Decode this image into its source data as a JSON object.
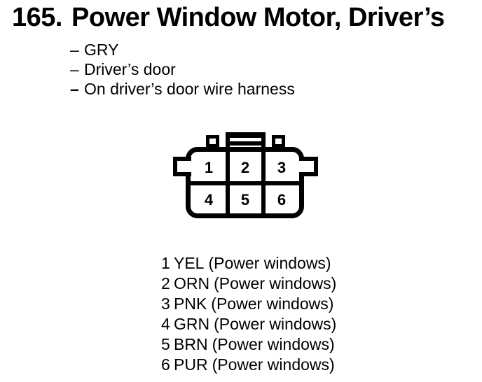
{
  "colors": {
    "ink": "#000000",
    "paper": "#ffffff"
  },
  "header": {
    "number": "165.",
    "title": "Power Window Motor, Driver’s"
  },
  "details": {
    "items": [
      {
        "dash": "–",
        "text": "GRY"
      },
      {
        "dash": "–",
        "text": "Driver’s door"
      },
      {
        "dash": "–",
        "text": "On driver’s door wire harness"
      }
    ]
  },
  "connector": {
    "cavities": [
      "1",
      "2",
      "3",
      "4",
      "5",
      "6"
    ]
  },
  "pinout": {
    "pins": [
      {
        "pin": "1",
        "wire_color": "YEL",
        "function": "(Power windows)"
      },
      {
        "pin": "2",
        "wire_color": "ORN",
        "function": "(Power windows)"
      },
      {
        "pin": "3",
        "wire_color": "PNK",
        "function": "(Power windows)"
      },
      {
        "pin": "4",
        "wire_color": "GRN",
        "function": "(Power windows)"
      },
      {
        "pin": "5",
        "wire_color": "BRN",
        "function": "(Power windows)"
      },
      {
        "pin": "6",
        "wire_color": "PUR",
        "function": "(Power windows)"
      }
    ]
  }
}
